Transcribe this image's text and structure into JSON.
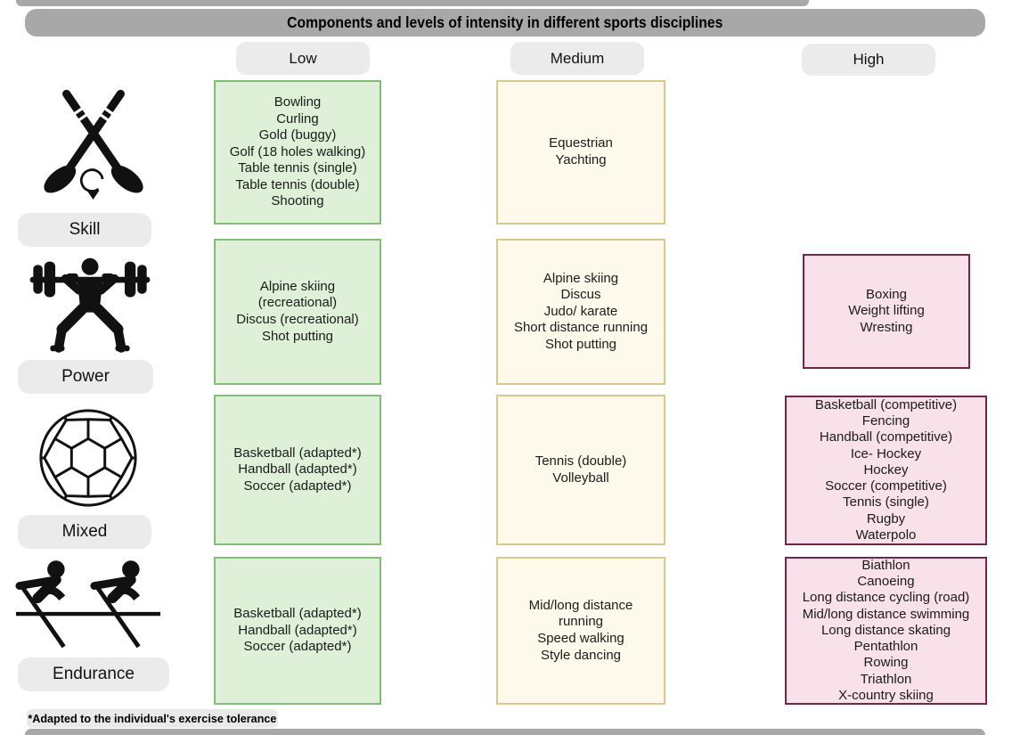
{
  "title": "Components and levels of intensity in different sports disciplines",
  "columns": {
    "low": "Low",
    "medium": "Medium",
    "high": "High"
  },
  "footnote": "*Adapted to the individual's exercise tolerance",
  "colors": {
    "title_bar": "#a8a8a8",
    "pill_gray": "#ebebeb",
    "low_fill": "#def0d8",
    "low_border": "#80bf75",
    "medium_fill": "#fdfaeb",
    "medium_border": "#d8c98b",
    "high_fill": "#f8e1e9",
    "high_border": "#772547",
    "icon_black": "#111111"
  },
  "rows": [
    {
      "label": "Skill",
      "icon": "crossed-golf-clubs-icon",
      "low": [
        "Bowling",
        "Curling",
        "Gold (buggy)",
        "Golf (18 holes walking)",
        "Table tennis (single)",
        "Table tennis (double)",
        "Shooting"
      ],
      "medium": [
        "Equestrian",
        "Yachting"
      ],
      "high": []
    },
    {
      "label": "Power",
      "icon": "weightlifter-icon",
      "low": [
        "Alpine skiing",
        "(recreational)",
        "Discus (recreational)",
        "Shot putting"
      ],
      "medium": [
        "Alpine skiing",
        "Discus",
        "Judo/ karate",
        "Short distance running",
        "Shot putting"
      ],
      "high": [
        "Boxing",
        "Weight lifting",
        "Wresting"
      ]
    },
    {
      "label": "Mixed",
      "icon": "soccer-ball-icon",
      "low": [
        "Basketball (adapted*)",
        "Handball (adapted*)",
        "Soccer (adapted*)"
      ],
      "medium": [
        "Tennis (double)",
        "Volleyball"
      ],
      "high": [
        "Basketball (competitive)",
        "Fencing",
        "Handball (competitive)",
        "Ice- Hockey",
        "Hockey",
        "Soccer (competitive)",
        "Tennis (single)",
        "Rugby",
        "Waterpolo"
      ]
    },
    {
      "label": "Endurance",
      "icon": "rowing-icon",
      "low": [
        "Basketball (adapted*)",
        "Handball (adapted*)",
        "Soccer (adapted*)"
      ],
      "medium": [
        "Mid/long distance",
        "running",
        "Speed walking",
        "Style dancing"
      ],
      "high": [
        "Biathlon",
        "Canoeing",
        "Long distance cycling (road)",
        "Mid/long distance swimming",
        "Long distance skating",
        "Pentathlon",
        "Rowing",
        "Triathlon",
        "X-country skiing"
      ]
    }
  ]
}
